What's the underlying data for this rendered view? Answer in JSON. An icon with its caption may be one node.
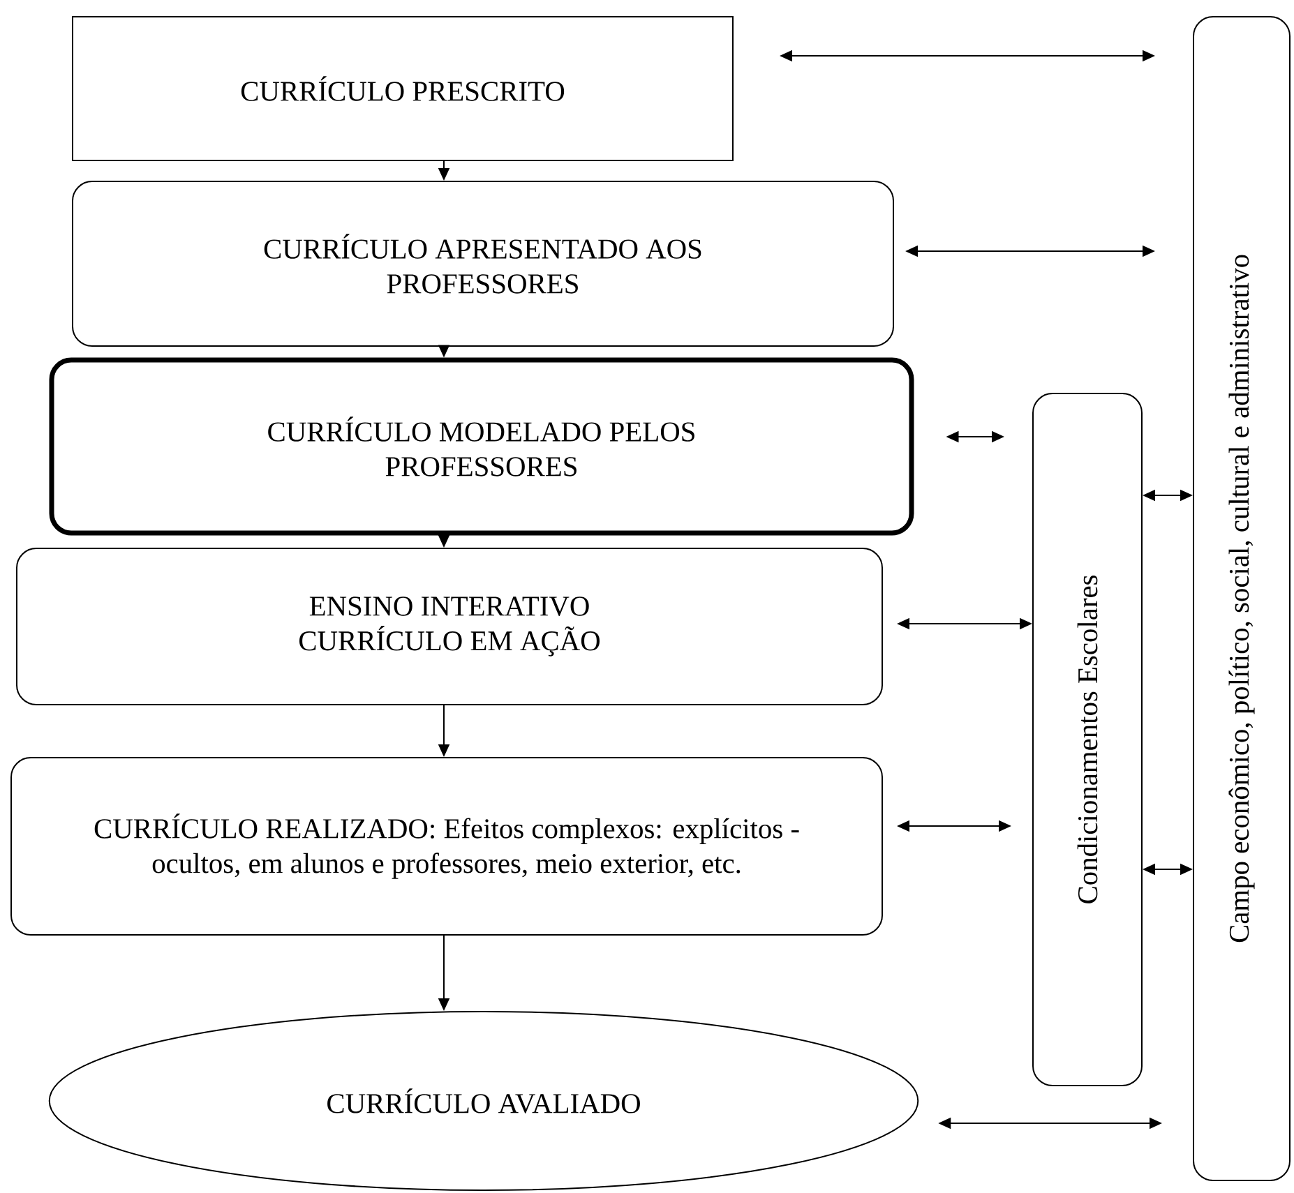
{
  "diagram": {
    "nodes": [
      {
        "text": [
          "CURRÍCULO PRESCRITO"
        ]
      },
      {
        "text": [
          "CURRÍCULO APRESENTADO AOS PROFESSORES"
        ]
      },
      {
        "text": [
          "CURRÍCULO MODELADO PELOS PROFESSORES"
        ]
      },
      {
        "text": [
          "ENSINO INTERATIVO CURRÍCULO EM AÇÃO"
        ]
      },
      {
        "text": [
          "CURRÍCULO REALIZADO: Efeitos complexos: explícitos - ocultos, em alunos e professores, meio exterior, etc."
        ]
      },
      {
        "text": [
          "CURRÍCULO AVALIADO"
        ]
      },
      {
        "text": [
          "Condicionamentos Escolares"
        ]
      },
      {
        "text": [
          "Campo econômico, político, social, cultural e administrativo"
        ]
      }
    ],
    "edges": [
      {
        "from": 0,
        "to": 1,
        "arrow": "to"
      },
      {
        "from": 1,
        "to": 2,
        "arrow": "to"
      },
      {
        "from": 2,
        "to": 3,
        "arrow": "to"
      },
      {
        "from": 3,
        "to": 4,
        "arrow": "to"
      },
      {
        "from": 4,
        "to": 5,
        "arrow": "to"
      },
      {
        "from": 0,
        "to": 7,
        "arrow": "both"
      },
      {
        "from": 1,
        "to": 7,
        "arrow": "both"
      },
      {
        "from": 2,
        "to": 6,
        "arrow": "both"
      },
      {
        "from": 3,
        "to": 6,
        "arrow": "both"
      },
      {
        "from": 4,
        "to": 6,
        "arrow": "both"
      },
      {
        "from": 6,
        "to": 7,
        "arrow": "both"
      },
      {
        "from": 6,
        "to": 7,
        "arrow": "both"
      },
      {
        "from": 5,
        "to": 7,
        "arrow": "both"
      }
    ]
  }
}
